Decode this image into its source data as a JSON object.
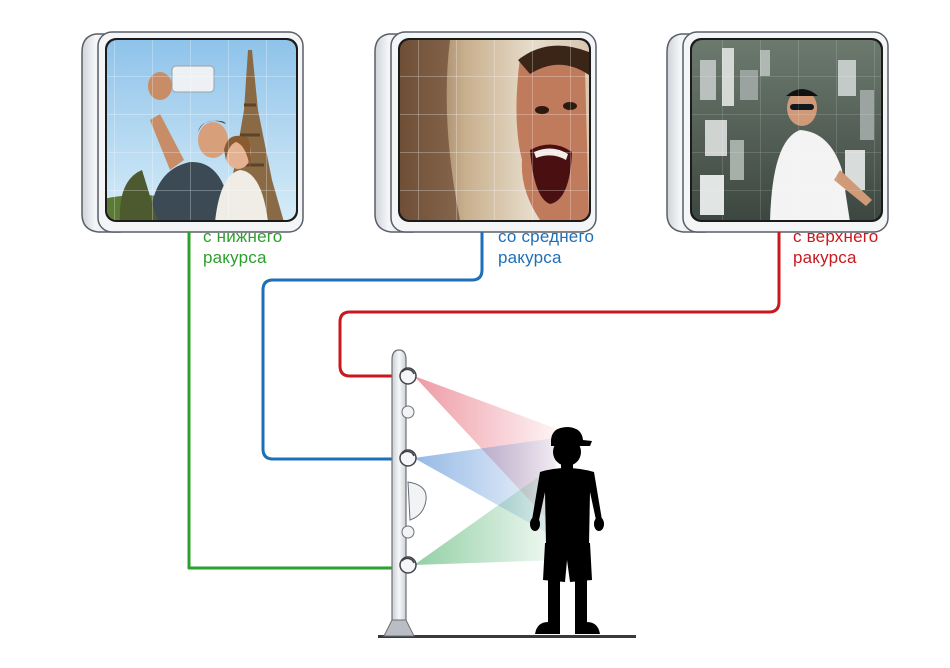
{
  "labels": {
    "low": {
      "line1": "с нижнего",
      "line2": "ракурса",
      "color": "#2ca02c"
    },
    "mid": {
      "line1": "со среднего",
      "line2": "ракурса",
      "color": "#1f6fb8"
    },
    "high": {
      "line1": "с верхнего",
      "line2": "ракурса",
      "color": "#c9191e"
    }
  },
  "colors": {
    "green": "#2ca02c",
    "blue": "#1f6fb8",
    "red": "#c9191e",
    "monitor_frame": "#e6e9ee",
    "screen_border": "#1b1b1b",
    "silhouette": "#000000",
    "pole": "#eef0f2"
  },
  "monitors": [
    {
      "name": "low-angle",
      "scene": "selfie-couple-eiffel-tower"
    },
    {
      "name": "mid-angle",
      "scene": "screaming-man-closeup"
    },
    {
      "name": "high-angle",
      "scene": "rooftop-selfie-city"
    }
  ]
}
